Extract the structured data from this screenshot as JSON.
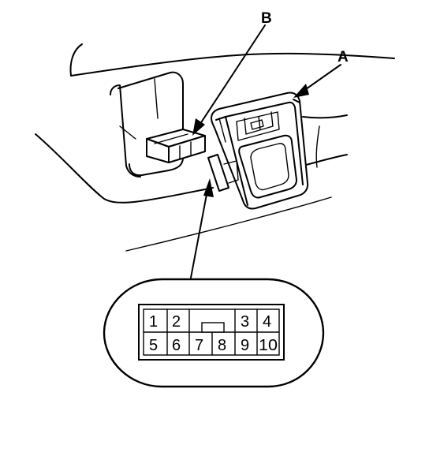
{
  "labels": {
    "a": "A",
    "b": "B"
  },
  "connector": {
    "pins": [
      "1",
      "2",
      "3",
      "4",
      "5",
      "6",
      "7",
      "8",
      "9",
      "10"
    ]
  }
}
